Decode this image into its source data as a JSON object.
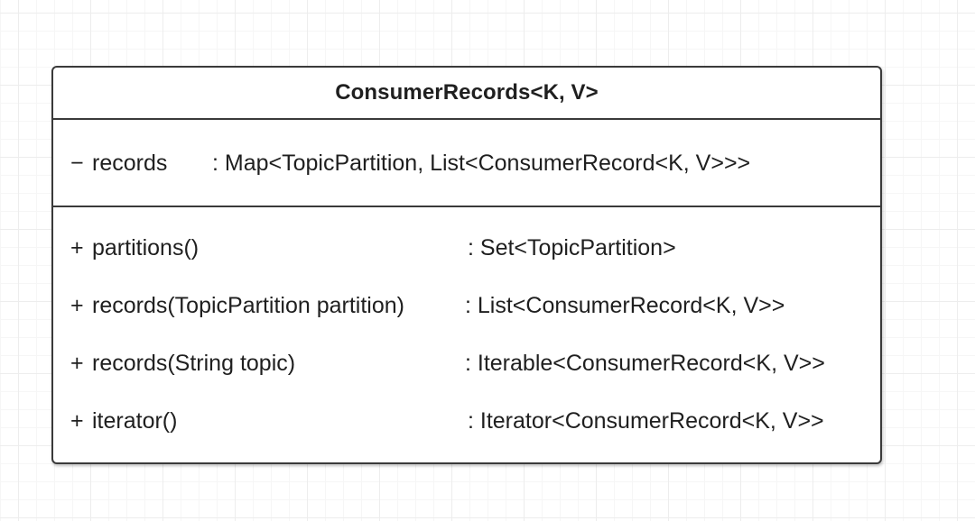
{
  "class": {
    "name": "ConsumerRecords<K, V>",
    "attributes": [
      {
        "visibility": "−",
        "name": "records",
        "type": ": Map<TopicPartition, List<ConsumerRecord<K, V>>>"
      }
    ],
    "operations": [
      {
        "visibility": "+",
        "signature": "partitions()",
        "return_type": ": Set<TopicPartition>"
      },
      {
        "visibility": "+",
        "signature": "records(TopicPartition partition)",
        "return_type": ": List<ConsumerRecord<K, V>>"
      },
      {
        "visibility": "+",
        "signature": "records(String topic)",
        "return_type": ": Iterable<ConsumerRecord<K, V>>"
      },
      {
        "visibility": "+",
        "signature": "iterator()",
        "return_type": ": Iterator<ConsumerRecord<K, V>>"
      }
    ]
  },
  "colors": {
    "border": "#3a3a3a",
    "text": "#1f1f1f",
    "grid": "#ededed"
  }
}
